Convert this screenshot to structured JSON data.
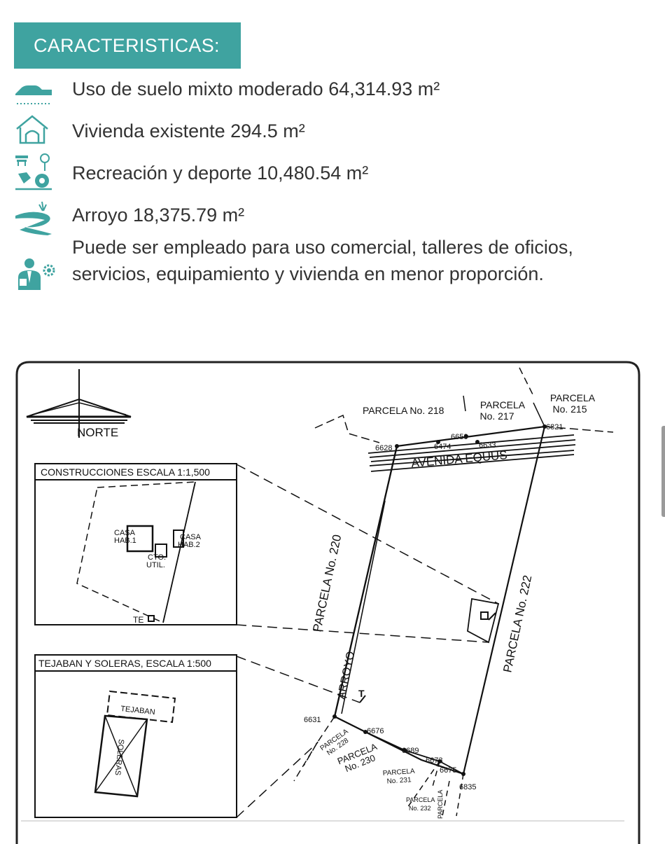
{
  "header": {
    "title": "CARACTERISTICAS:"
  },
  "features": [
    {
      "icon": "land-use-icon",
      "text": "Uso de suelo mixto moderado 64,314.93 m²"
    },
    {
      "icon": "house-icon",
      "text": "Vivienda existente 294.5 m²"
    },
    {
      "icon": "recreation-icon",
      "text": "Recreación y deporte 10,480.54 m²"
    },
    {
      "icon": "stream-icon",
      "text": "Arroyo 18,375.79 m²"
    },
    {
      "icon": "business-person-icon",
      "text": "Puede ser empleado para uso comercial, talleres de oficios, servicios, equipamiento y vivienda en menor proporción."
    }
  ],
  "plan": {
    "north_label": "NORTE",
    "inset_constructions_title": "CONSTRUCCIONES ESCALA 1:1,500",
    "casa_hab_1": [
      "CASA",
      "HAB.1"
    ],
    "casa_hab_2": [
      "CASA",
      "HAB.2"
    ],
    "cto_util": [
      "CTO.",
      "UTIL."
    ],
    "te_label": "TE",
    "inset_tejaban_title": "TEJABAN Y SOLERAS, ESCALA 1:500",
    "tejaban_label": "TEJABAN",
    "soleras_label": "SOLERAS",
    "avenue_label": "AVENIDA EQUUS",
    "parcela_218": "PARCELA No. 218",
    "parcela_217": [
      "PARCELA",
      "No. 217"
    ],
    "parcela_215": [
      "PARCELA",
      "No. 215"
    ],
    "parcela_220": "PARCELA No. 220",
    "parcela_222": "PARCELA No. 222",
    "arroyo_label": "ARROYO",
    "parcela_228": [
      "PARCELA",
      "No. 228"
    ],
    "parcela_230": [
      "PARCELA",
      "No. 230"
    ],
    "parcela_231": [
      "PARCELA",
      "No. 231"
    ],
    "parcela_232": [
      "PARCELA",
      "No. 232"
    ],
    "parcela_233": "PARCELA",
    "points": {
      "p6821": "6821",
      "p6628": "6628",
      "p6650": "6650",
      "p6474": "6474",
      "p6633": "6633",
      "p6631": "6631",
      "p6676": "6676",
      "p6689": "6689",
      "p6673": "6673",
      "p6675": "6675",
      "p6835": "6835"
    }
  },
  "colors": {
    "accent": "#3fa3a0",
    "text": "#333333",
    "line": "#1a1a1a"
  }
}
